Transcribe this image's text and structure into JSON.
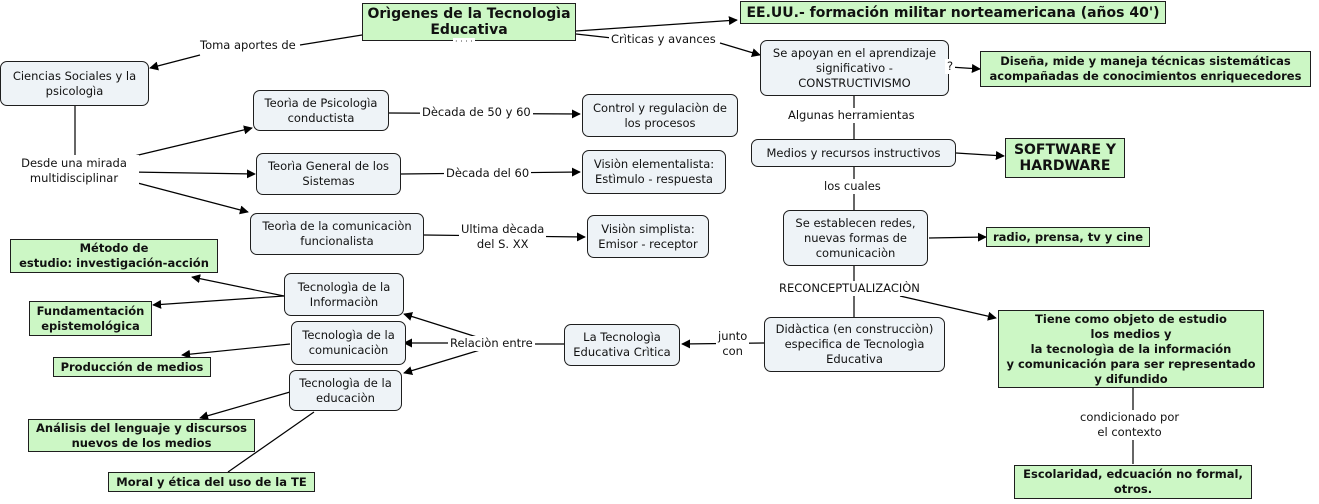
{
  "concepts": {
    "origenes": "Orìgenes de la Tecnologìa\nEducativa",
    "eeuu": "EE.UU.- formación militar norteamericana (años 40')",
    "ciencias": "Ciencias Sociales y la\npsicologìa",
    "apoyan": "Se apoyan en el aprendizaje\nsignificativo -\nCONSTRUCTIVISMO",
    "disena": "Diseña, mide y maneja técnicas sistemáticas\nacompañadas de conocimientos enriquecedores",
    "psico_conductista": "Teorìa de Psicologìa\nconductista",
    "control": "Control y regulaciòn de\nlos procesos",
    "medios": "Medios y recursos instructivos",
    "software": "SOFTWARE Y\nHARDWARE",
    "mirada": "Desde una mirada\nmultidisciplinar",
    "general_sistemas": "Teorìa General de los\nSistemas",
    "elementalista": "Visiòn elementalista:\nEstìmulo - respuesta",
    "redes": "Se establecen redes,\nnuevas formas de\ncomunicaciòn",
    "comunicacion_func": "Teorìa de la comunicaciòn\nfuncionalista",
    "simplista": "Visiòn simplista:\nEmisor - receptor",
    "radio": "radio, prensa, tv y cine",
    "metodo": "Método de\nestudio: investigación-acción",
    "tec_info": "Tecnologìa de la\nInformaciòn",
    "fundamentacion": "Fundamentación\nepistemológica",
    "tec_com": "Tecnologìa de la\ncomunicaciòn",
    "tec_crit": "La Tecnologìa\nEducativa Crìtica",
    "didactica": "Didàctica (en construcciòn)\nespecifica de Tecnologìa\nEducativa",
    "objeto": "Tiene como objeto de estudio\nlos medios y\nla tecnologìa de la información\ny comunicación para ser representado\ny difundido",
    "produccion": "Producción de medios",
    "tec_edu": "Tecnologìa de la\neducaciòn",
    "analisis": "Análisis del lenguaje y discursos\nnuevos de los medios",
    "escolaridad": "Escolaridad, edcuación no formal,\notros.",
    "moral": "Moral y ética del uso de la TE"
  },
  "links": {
    "toma": "Toma aportes de",
    "criticas": "Crìticas y avances",
    "dots": "· · · ·",
    "q": "?",
    "herramientas": "Algunas herramientas",
    "d5060": "Dècada de 50 y 60",
    "d60": "Dècada del 60",
    "cuales": "los cuales",
    "ultima": "Ultima dècada\ndel S. XX",
    "reconcept": "RECONCEPTUALIZACIÒN",
    "relacion": "Relaciòn entre",
    "junto": "junto\ncon",
    "condicionado": "condicionado por\nel contexto"
  }
}
